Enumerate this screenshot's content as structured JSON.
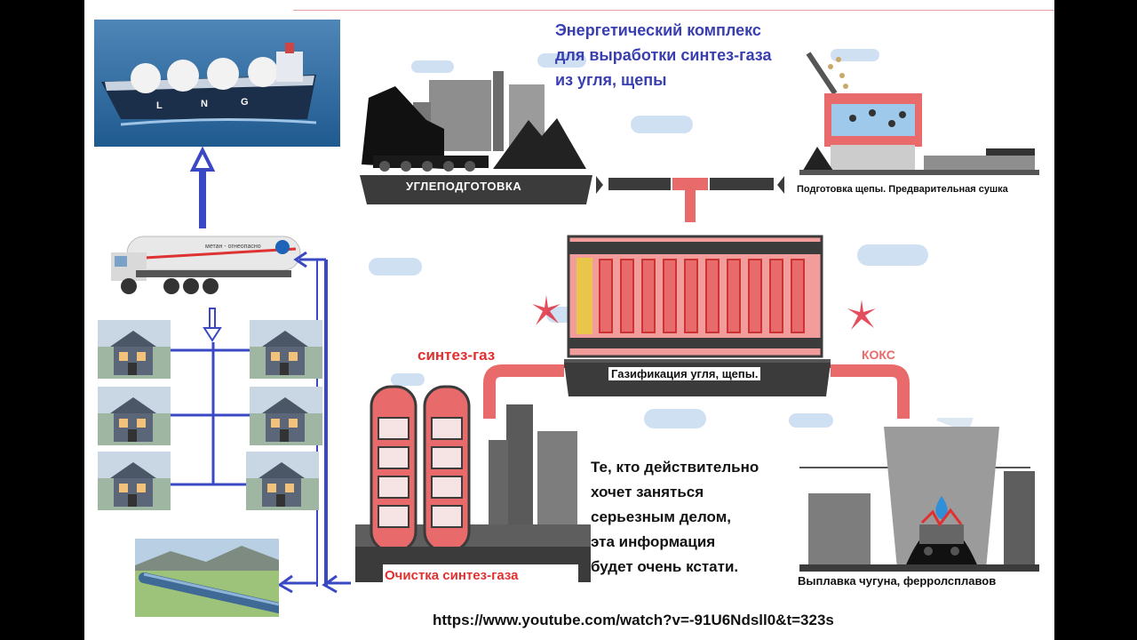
{
  "title": "Энергетический комплекс\nдля выработки синтез-газа\nиз угля, щепы",
  "labels": {
    "coal_prep": "УГЛЕПОДГОТОВКА",
    "wood_prep": "Подготовка щепы. Предварительная сушка",
    "gasification": "Газификация угля, щепы.",
    "syngas": "синтез-газ",
    "coke": "кокс",
    "cleaning": "Очистка синтез-газа",
    "smelting": "Выплавка чугуна, ферролсплавов",
    "truck_text": "метан - огнеопасно"
  },
  "note": "Те, кто действительно\nхочет заняться\nсерьезным делом,\nэта информация\nбудет очень кстати.",
  "url": "https://www.youtube.com/watch?v=-91U6Ndsll0&t=323s",
  "ship_letters": [
    "L",
    "N",
    "G"
  ],
  "colors": {
    "title_blue": "#3a3fb0",
    "arrow_blue": "#3b48c4",
    "red_pipe": "#e86a6a",
    "label_red": "#e03030",
    "dark_band": "#3b3b3b"
  },
  "icons": {
    "ship": "lng-tanker-icon",
    "truck": "gas-tanker-truck-icon",
    "house": "house-icon",
    "pipeline": "pipeline-icon"
  }
}
